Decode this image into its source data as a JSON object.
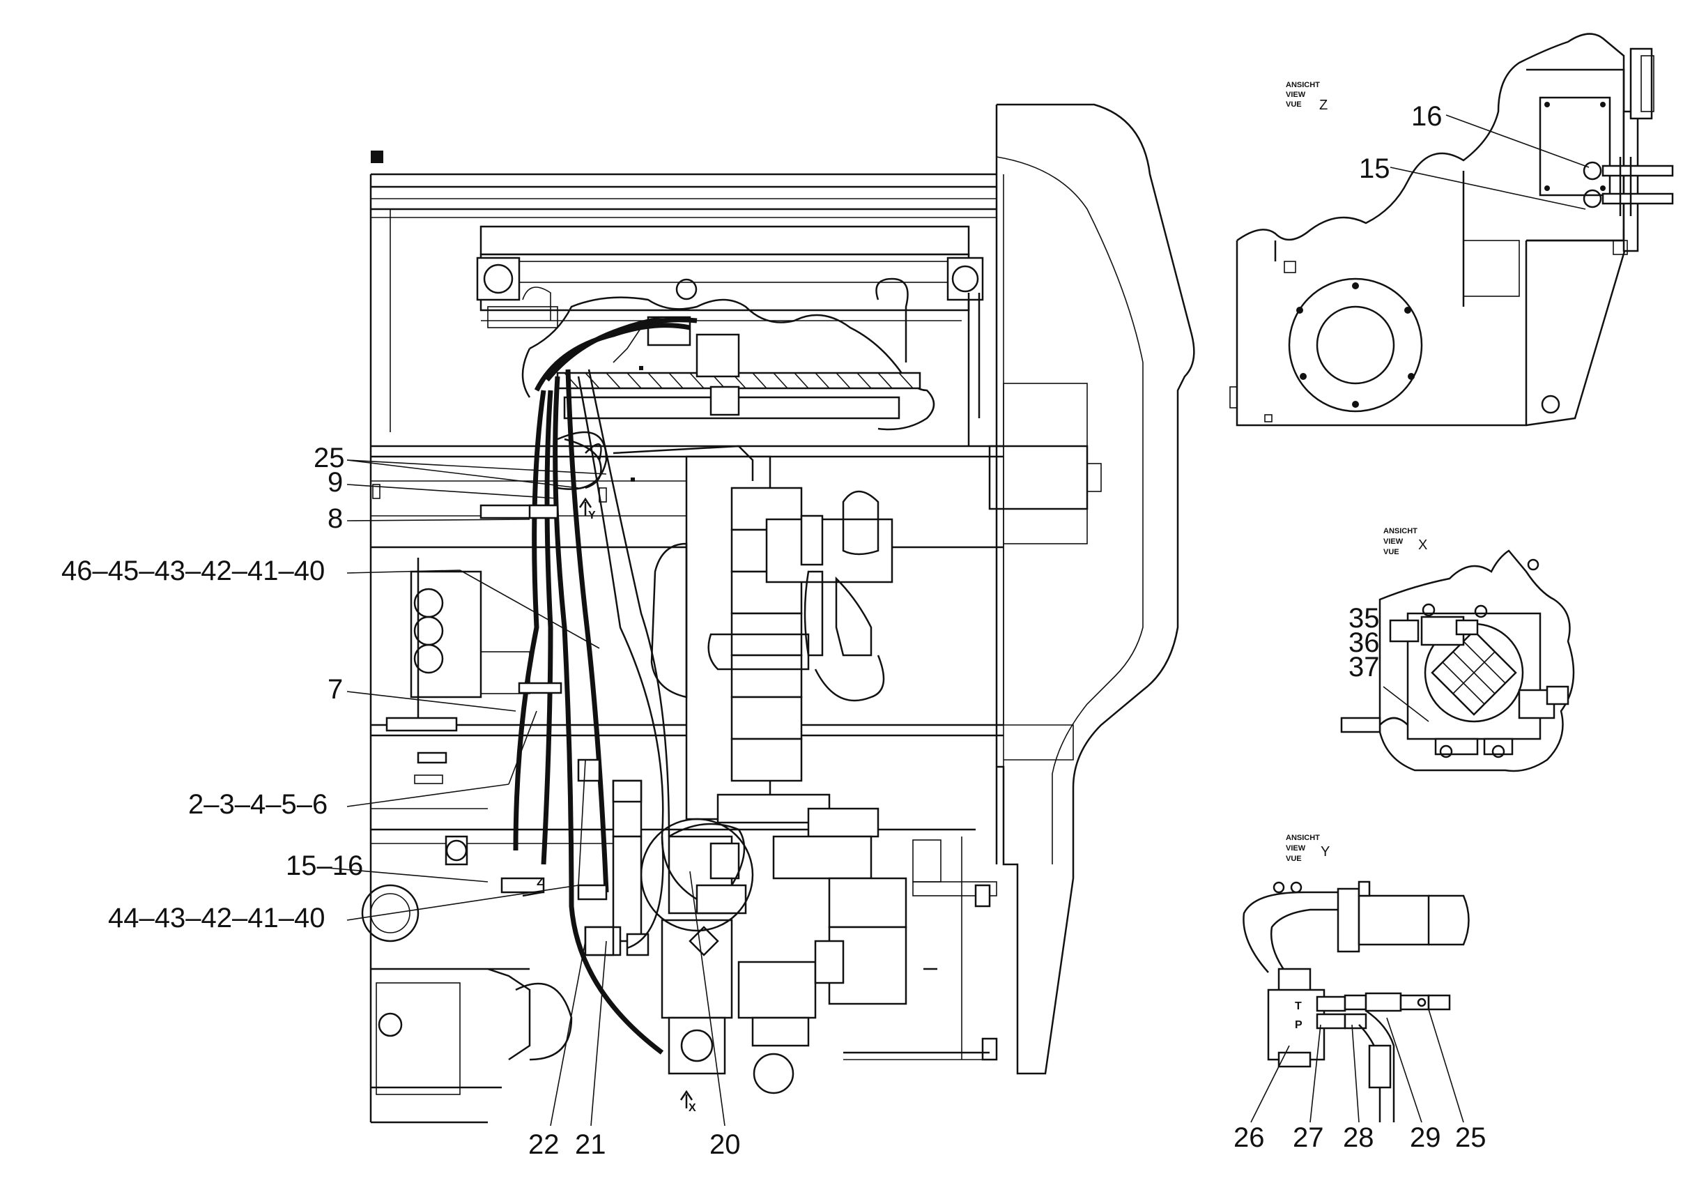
{
  "callouts_left": {
    "c25": "25",
    "c9": "9",
    "c8": "8",
    "c46": "46–45–43–42–41–40",
    "c7": "7",
    "c2": "2–3–4–5–6",
    "c15_16": "15–16",
    "c44": "44–43–42–41–40"
  },
  "callouts_bottom": {
    "c22": "22",
    "c21": "21",
    "c20": "20"
  },
  "view_z": {
    "line1": "ANSICHT",
    "line2": "VIEW",
    "line3": "VUE",
    "letter": "Z",
    "c16": "16",
    "c15": "15"
  },
  "view_x": {
    "line1": "ANSICHT",
    "line2": "VIEW",
    "line3": "VUE",
    "letter": "X",
    "c35": "35",
    "c36": "36",
    "c37": "37"
  },
  "view_y": {
    "line1": "ANSICHT",
    "line2": "VIEW",
    "line3": "VUE",
    "letter": "Y",
    "port_t": "T",
    "port_p": "P",
    "c26": "26",
    "c27": "27",
    "c28": "28",
    "c29": "29",
    "c25": "25"
  },
  "arrow_marks": {
    "y_mark": "Y",
    "z_mark": "Z",
    "x_mark": "X"
  }
}
